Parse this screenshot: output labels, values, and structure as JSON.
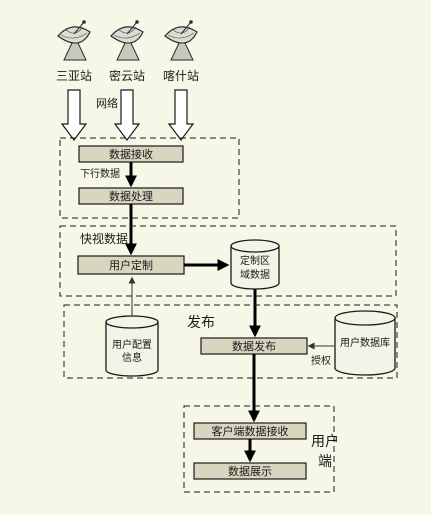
{
  "stations": [
    "三亚站",
    "密云站",
    "喀什站"
  ],
  "network_label": "网络",
  "boxes": {
    "data_receive": "数据接收",
    "downlink_data": "下行数据",
    "data_processing": "数据处理",
    "quickview_data": "快视数据",
    "user_custom": "用户定制",
    "custom_region_line1": "定制区",
    "custom_region_line2": "域数据",
    "publish": "发布",
    "user_config_line1": "用户配置",
    "user_config_line2": "信息",
    "data_publish": "数据发布",
    "user_database": "用户数据库",
    "authorize": "授权",
    "client_receive": "客户端数据接收",
    "data_display": "数据展示",
    "user_end_line1": "用户",
    "user_end_line2": "端"
  }
}
